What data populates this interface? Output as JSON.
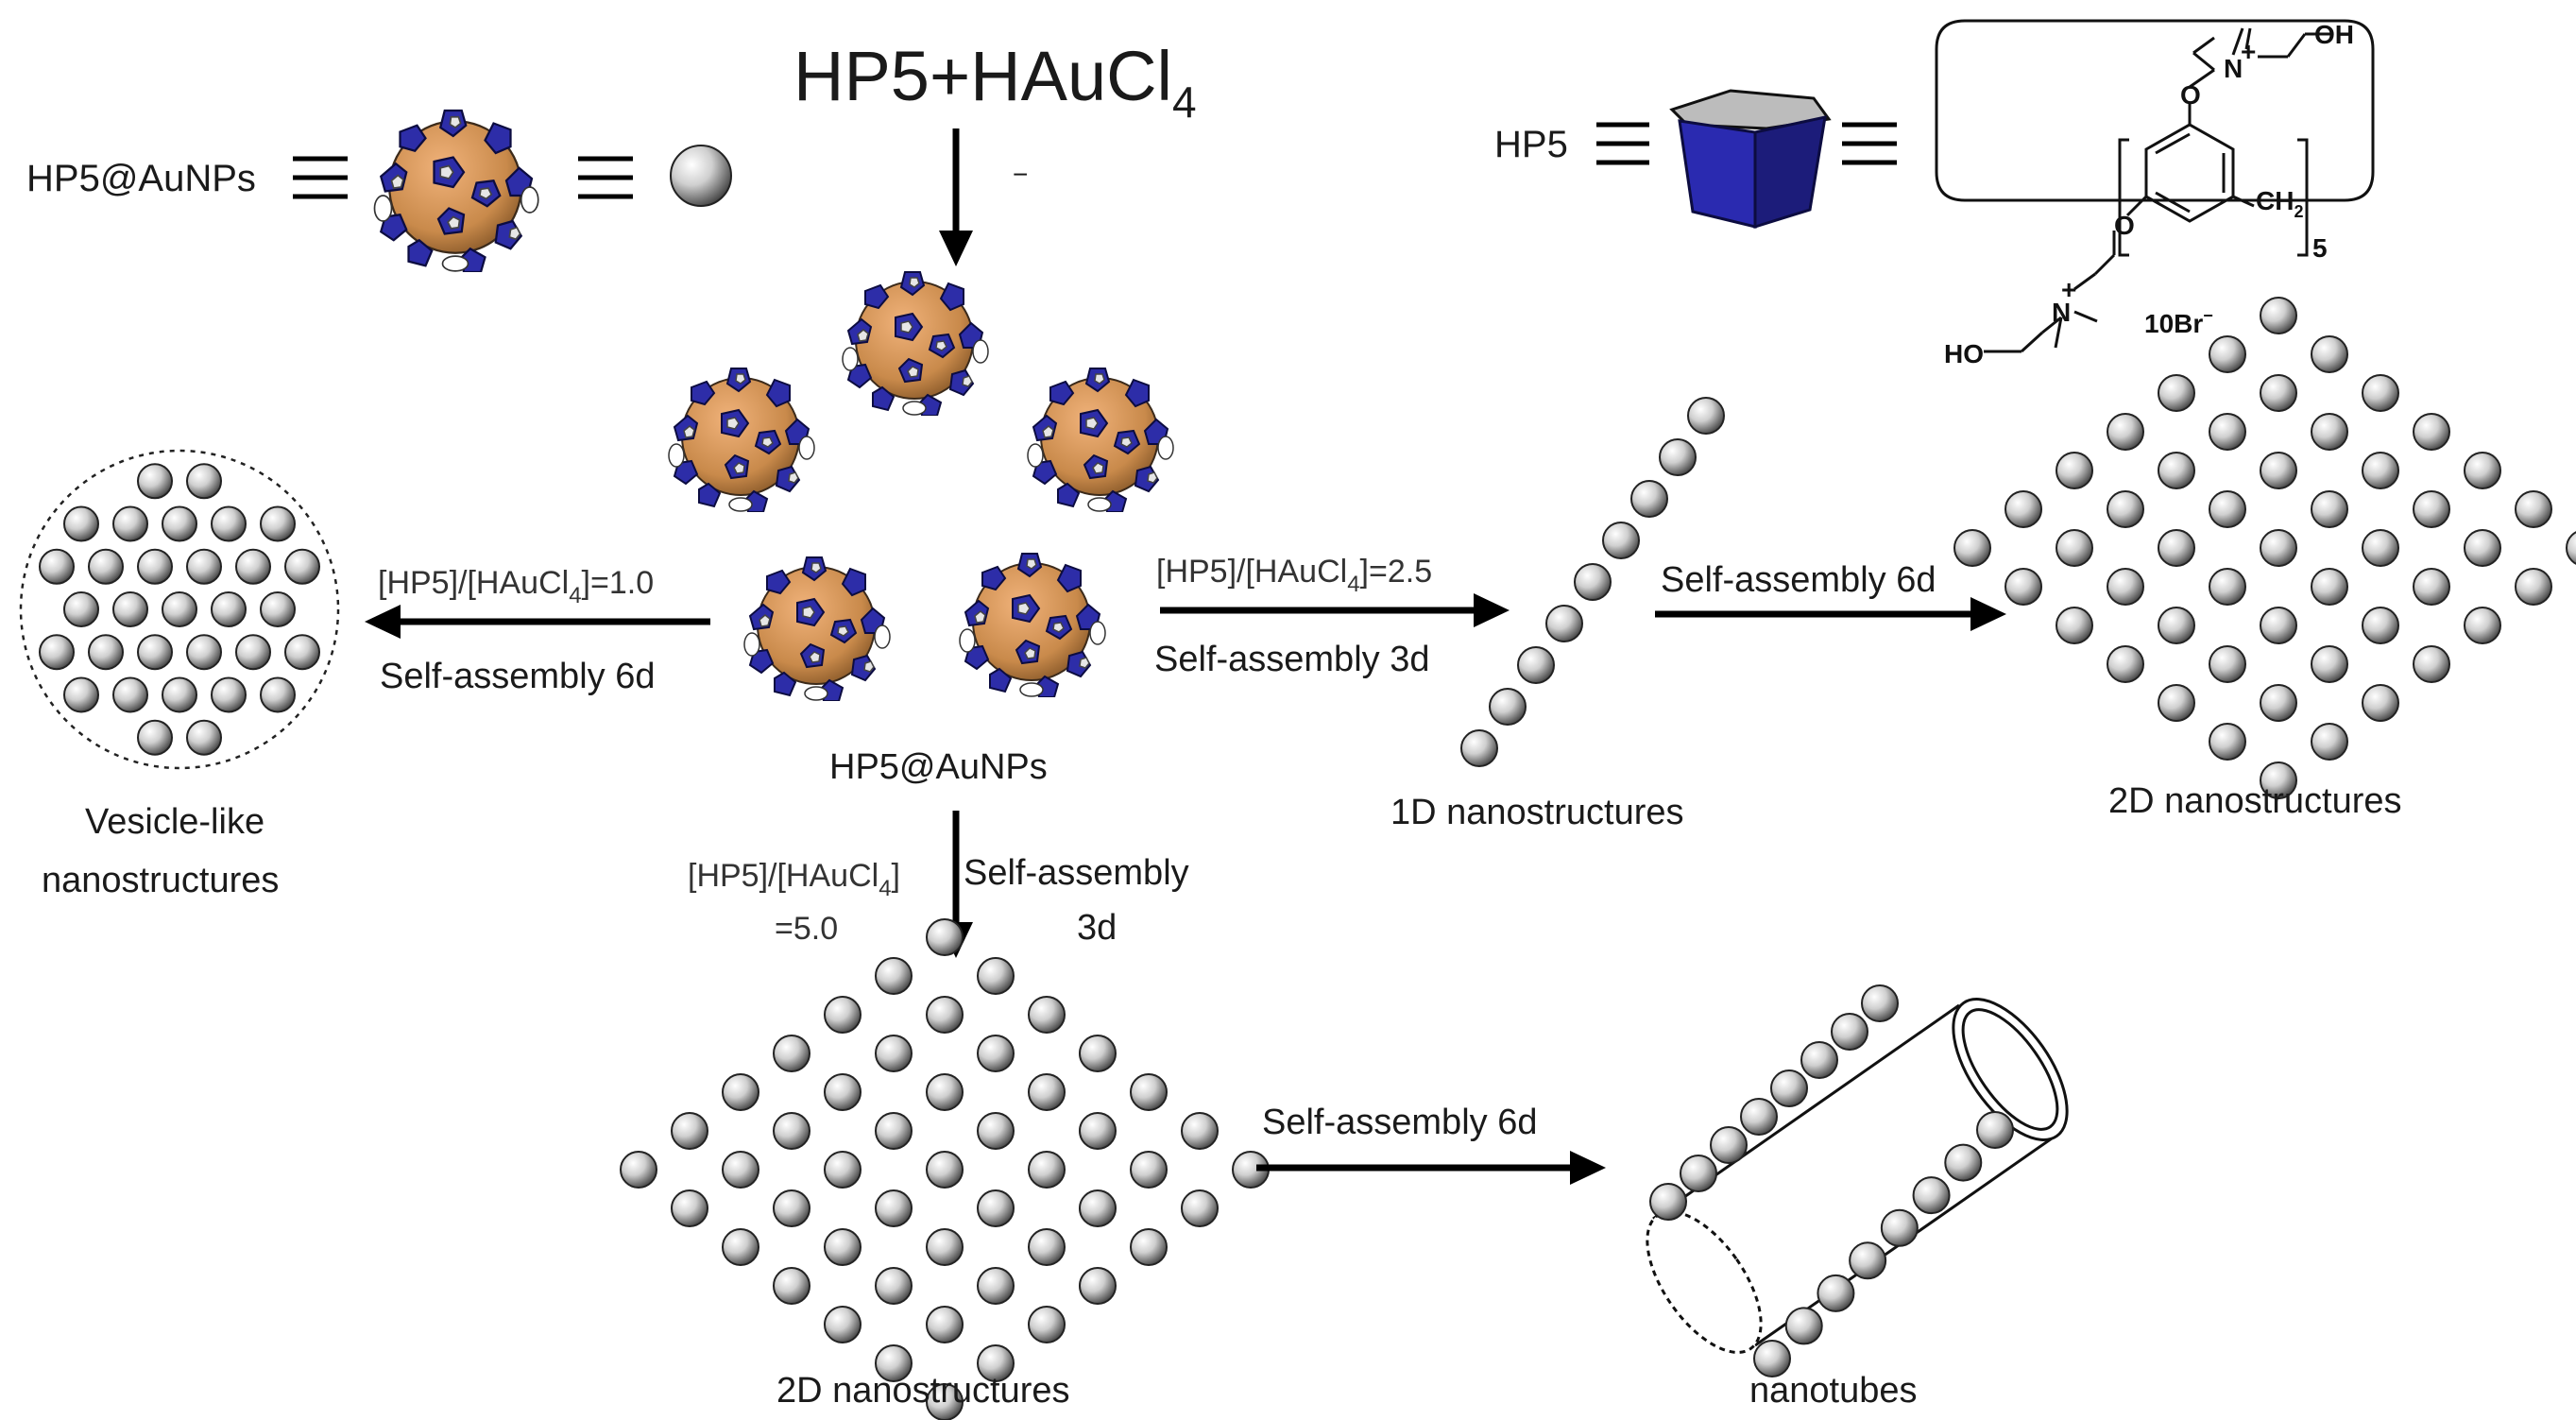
{
  "texts": {
    "hp5_aunps_legend": "HP5@AuNPs",
    "reaction_main": "HP5+HAuCl",
    "reaction_sub": "4",
    "oh": "OH",
    "oh_sup": "−",
    "hp5_legend": "HP5",
    "cond_left_a": "[HP5]/[HAuCl",
    "cond_left_b": "4",
    "cond_left_c": "]=1.0",
    "left_time": "Self-assembly 6d",
    "vesicle_1": "Vesicle-like",
    "vesicle_2": "nanostructures",
    "center_label": "HP5@AuNPs",
    "cond_right_a": "[HP5]/[HAuCl",
    "cond_right_b": "4",
    "cond_right_c": "]=2.5",
    "right_time": "Self-assembly 3d",
    "one_d": "1D nanostructures",
    "right2_time": "Self-assembly 6d",
    "two_d_right": "2D nanostructures",
    "cond_down_a": "[HP5]/[HAuCl",
    "cond_down_b": "4",
    "cond_down_c": "]",
    "cond_down_d": "=5.0",
    "down_time_1": "Self-assembly",
    "down_time_2": "3d",
    "two_d_bottom": "2D nanostructures",
    "bottom_time": "Self-assembly 6d",
    "nanotubes": "nanotubes"
  },
  "chem": {
    "oh_top": "OH",
    "n_top": "N",
    "n_top_charge": "+",
    "o_top": "O",
    "ch2": "CH",
    "ch2_sub": "2",
    "repeat": "5",
    "o_bot": "O",
    "n_bot": "N",
    "n_bot_charge": "+",
    "ho_bot": "HO",
    "counterion": "10Br",
    "counterion_sup": "−"
  },
  "colors": {
    "gold_core": "#c98a4b",
    "macrocycle_blue": "#2a2a9a",
    "sphere_light": "#f4f4f4",
    "sphere_dark": "#555555"
  }
}
